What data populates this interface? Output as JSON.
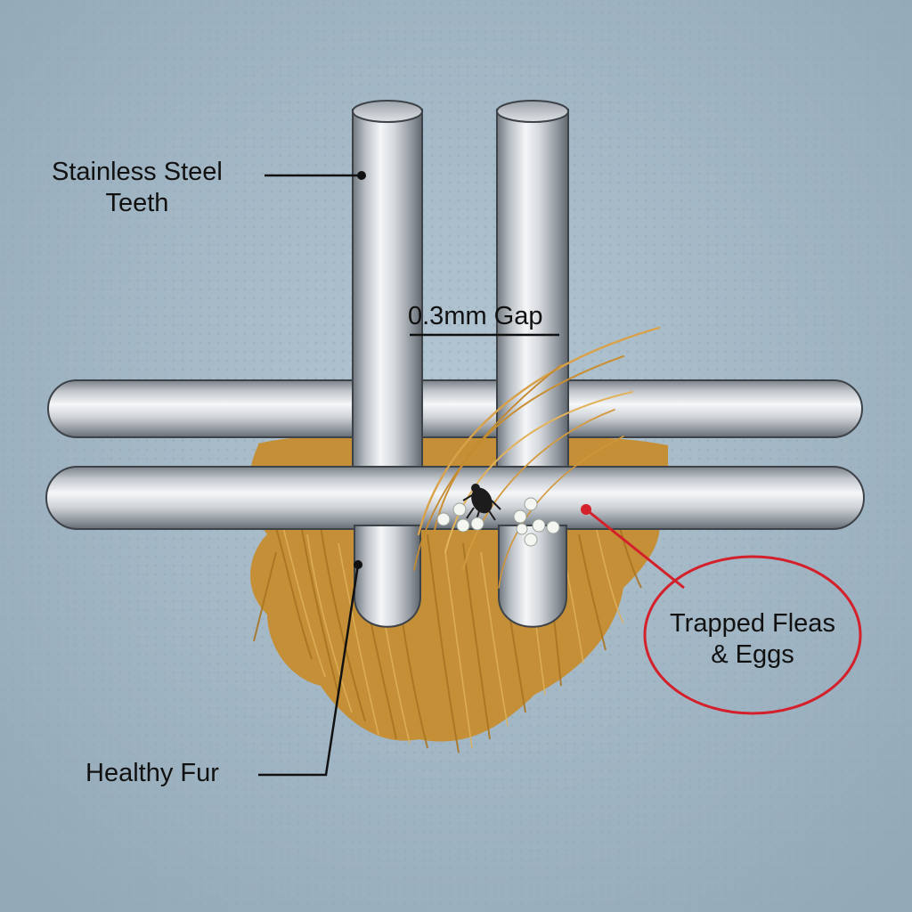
{
  "labels": {
    "teeth_line1": "Stainless Steel",
    "teeth_line2": "Teeth",
    "gap": "0.3mm Gap",
    "fur": "Healthy Fur",
    "fleas_line1": "Trapped Fleas",
    "fleas_line2": "& Eggs"
  },
  "colors": {
    "background": "#a3b6c4",
    "steel_light": "#f2f4f6",
    "steel_dark": "#7d848b",
    "fur": "#c8943a",
    "highlight_red": "#d4202a",
    "leader_line": "#111111"
  },
  "icons": {
    "flea": "flea-icon",
    "egg": "egg-icon"
  }
}
